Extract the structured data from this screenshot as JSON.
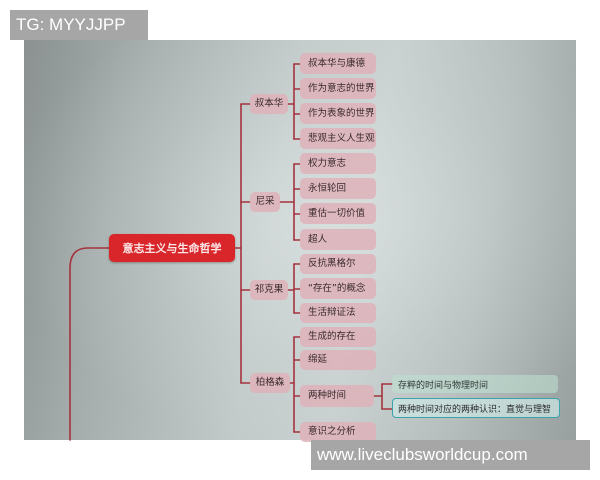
{
  "watermarks": {
    "top_left": "TG: MYYJJPP",
    "bottom_right": "www.liveclubsworldcup.com"
  },
  "mindmap": {
    "root": "意志主义与生命哲学",
    "branches": [
      {
        "label": "叔本华",
        "children": [
          "叔本华与康德",
          "作为意志的世界",
          "作为表象的世界",
          "悲观主义人生观"
        ]
      },
      {
        "label": "尼采",
        "children": [
          "权力意志",
          "永恒轮回",
          "重估一切价值",
          "超人"
        ]
      },
      {
        "label": "祁克果",
        "children": [
          "反抗黑格尔",
          "“存在”的概念",
          "生活辩证法"
        ]
      },
      {
        "label": "柏格森",
        "children": [
          "生成的存在",
          "绵延",
          "两种时间",
          "意识之分析"
        ],
        "sub": {
          "parent": "两种时间",
          "children": [
            "存粹的时间与物理时间",
            "两种时间对应的两种认识：直觉与理智"
          ]
        }
      }
    ]
  },
  "colors": {
    "root_fill": "#d8262b",
    "node_fill": "#deb2ba",
    "connector": "#a5333f",
    "highlight_border": "#3aa3ad"
  }
}
